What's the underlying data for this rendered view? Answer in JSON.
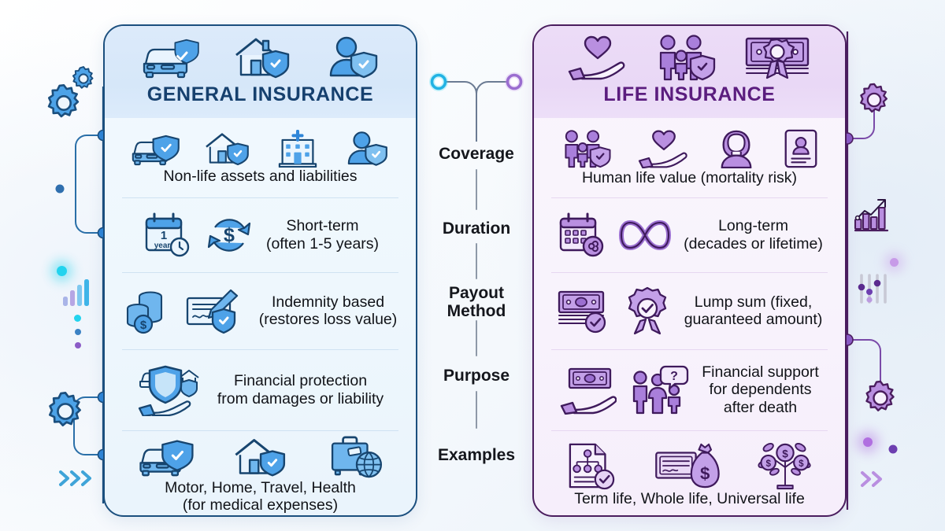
{
  "meta": {
    "title": "General Insurance vs Life Insurance comparison infographic",
    "accent_blue": "#2f86d8",
    "accent_blue_dark": "#16406e",
    "accent_purple": "#9b6fd0",
    "accent_purple_dark": "#5b1d7e"
  },
  "left_panel": {
    "title": "GENERAL INSURANCE",
    "header_icons": [
      "car-shield-icon",
      "house-shield-icon",
      "person-shield-icon"
    ],
    "rows": [
      {
        "key": "coverage",
        "icons": [
          "car-shield-icon",
          "house-shield-icon",
          "hospital-icon",
          "person-shield-icon"
        ],
        "text": "Non-life assets and liabilities"
      },
      {
        "key": "duration",
        "icons": [
          "calendar-1-year-clock-icon",
          "refresh-dollar-icon"
        ],
        "text_line1": "Short-term",
        "text_line2": "(often 1-5 years)"
      },
      {
        "key": "payout",
        "icons": [
          "coin-stack-dollar-icon",
          "cheque-pen-shield-icon"
        ],
        "text_line1": "Indemnity based",
        "text_line2": "(restores loss value)"
      },
      {
        "key": "purpose",
        "icons": [
          "hand-shield-car-house-icon"
        ],
        "text_line1": "Financial protection",
        "text_line2": "from damages or liability"
      },
      {
        "key": "examples",
        "icons": [
          "car-shield-icon",
          "house-shield-icon",
          "suitcase-globe-icon"
        ],
        "text_line1": "Motor, Home, Travel, Health",
        "text_line2": "(for medical expenses)"
      }
    ]
  },
  "right_panel": {
    "title": "LIFE INSURANCE",
    "header_icons": [
      "hand-heart-icon",
      "family-shield-icon",
      "banknote-rosette-icon"
    ],
    "rows": [
      {
        "key": "coverage",
        "icons": [
          "family-shield-icon",
          "hand-heart-icon",
          "woman-portrait-icon",
          "id-card-icon"
        ],
        "text": "Human life value (mortality risk)"
      },
      {
        "key": "duration",
        "icons": [
          "calendar-infinity-icon",
          "infinity-icon"
        ],
        "text_line1": "Long-term",
        "text_line2": "(decades or lifetime)"
      },
      {
        "key": "payout",
        "icons": [
          "banknote-check-icon",
          "rosette-check-icon"
        ],
        "text_line1": "Lump sum (fixed,",
        "text_line2": "guaranteed amount)"
      },
      {
        "key": "purpose",
        "icons": [
          "hand-banknote-icon",
          "family-question-icon"
        ],
        "text_line1": "Financial support",
        "text_line2": "for dependents",
        "text_line3": "after death"
      },
      {
        "key": "examples",
        "icons": [
          "policy-document-check-icon",
          "cheque-money-bag-icon",
          "money-tree-icon"
        ],
        "text_line1": "Term life, Whole life, Universal life"
      }
    ]
  },
  "center": {
    "labels": [
      {
        "key": "coverage",
        "text": "Coverage"
      },
      {
        "key": "duration",
        "text": "Duration"
      },
      {
        "key": "payout",
        "line1": "Payout",
        "line2": "Method"
      },
      {
        "key": "purpose",
        "text": "Purpose"
      },
      {
        "key": "examples",
        "text": "Examples"
      }
    ]
  },
  "decorations": {
    "left": [
      "gear-small-icon",
      "gear-large-icon",
      "bar-chart-icon",
      "gear-icon",
      "chevrons-right-icon",
      "connector-bracket",
      "glow-dot"
    ],
    "right": [
      "gear-icon",
      "growth-chart-icon",
      "sliders-icon",
      "gear-icon",
      "chevrons-right-icon",
      "connector-bracket",
      "glow-dot"
    ]
  }
}
